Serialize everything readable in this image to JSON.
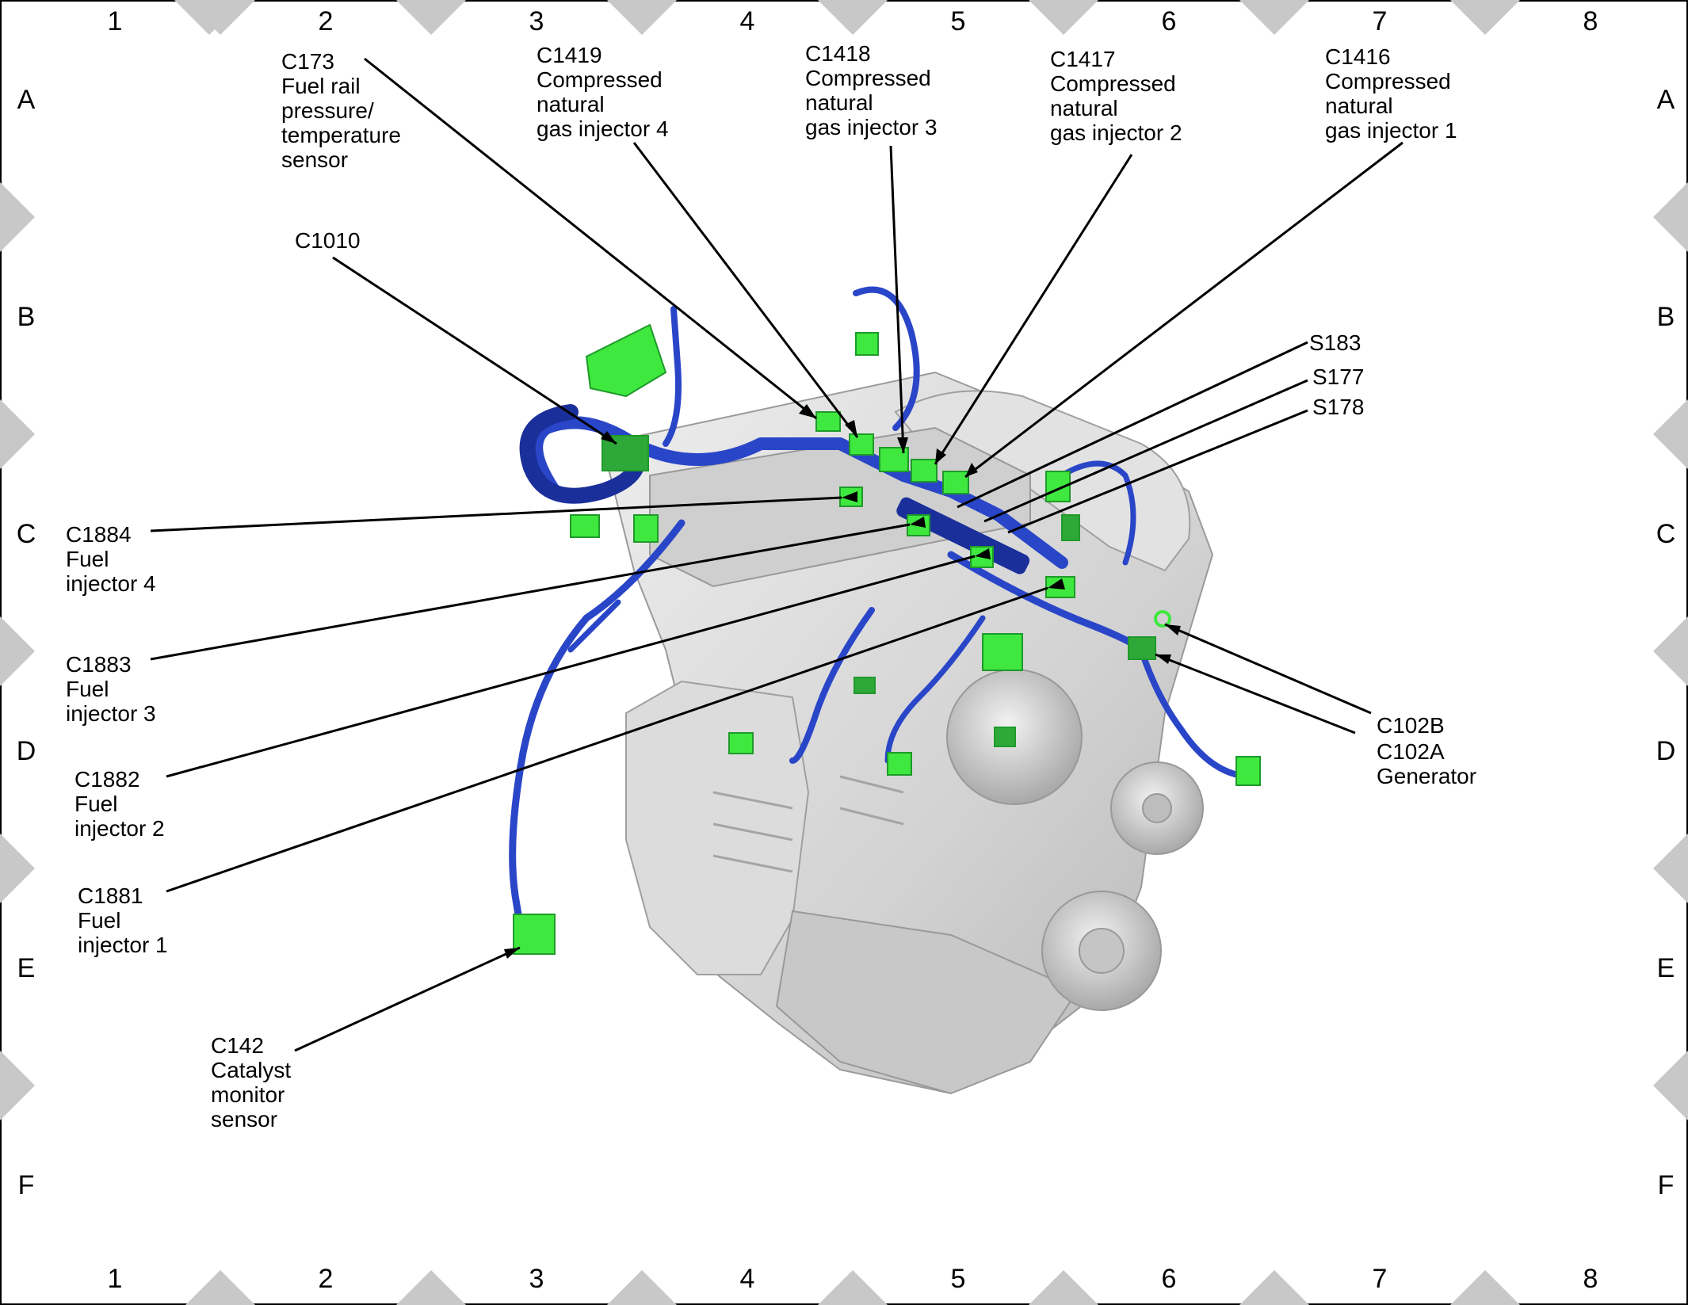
{
  "grid": {
    "columns": [
      "1",
      "2",
      "3",
      "4",
      "5",
      "6",
      "7",
      "8"
    ],
    "rows": [
      "A",
      "B",
      "C",
      "D",
      "E",
      "F"
    ]
  },
  "callouts": {
    "c173": {
      "lines": [
        "C173",
        "Fuel rail",
        "pressure/",
        "temperature",
        "sensor"
      ]
    },
    "c1419": {
      "lines": [
        "C1419",
        "Compressed",
        "natural",
        "gas injector 4"
      ]
    },
    "c1418": {
      "lines": [
        "C1418",
        "Compressed",
        "natural",
        "gas injector 3"
      ]
    },
    "c1417": {
      "lines": [
        "C1417",
        "Compressed",
        "natural",
        "gas injector 2"
      ]
    },
    "c1416": {
      "lines": [
        "C1416",
        "Compressed",
        "natural",
        "gas injector 1"
      ]
    },
    "c1010": {
      "lines": [
        "C1010"
      ]
    },
    "s183": {
      "lines": [
        "S183"
      ]
    },
    "s177": {
      "lines": [
        "S177"
      ]
    },
    "s178": {
      "lines": [
        "S178"
      ]
    },
    "c1884": {
      "lines": [
        "C1884",
        "Fuel",
        "injector 4"
      ]
    },
    "c1883": {
      "lines": [
        "C1883",
        "Fuel",
        "injector 3"
      ]
    },
    "c1882": {
      "lines": [
        "C1882",
        "Fuel",
        "injector 2"
      ]
    },
    "c1881": {
      "lines": [
        "C1881",
        "Fuel",
        "injector 1"
      ]
    },
    "c102b": {
      "lines": [
        "C102B"
      ]
    },
    "c102a": {
      "lines": [
        "C102A",
        "Generator"
      ]
    },
    "c142": {
      "lines": [
        "C142",
        "Catalyst",
        "monitor",
        "sensor"
      ]
    }
  },
  "colors": {
    "harness": "#2a46c8",
    "harness_dark": "#1a2f9a",
    "connector": "#3fe83f",
    "connector_dark": "#1f9a2a",
    "engine": "#d6d6d6",
    "engine_dark": "#a8a8a8",
    "border_marker": "#c8c8c8",
    "leader": "#000000"
  }
}
